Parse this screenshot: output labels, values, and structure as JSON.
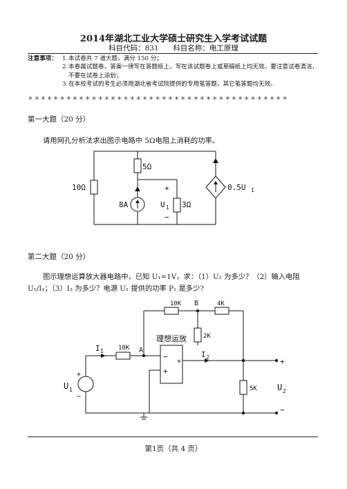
{
  "header": {
    "title": "2014年湖北工业大学硕士研究生入学考试试题",
    "subject_code_label": "科目代码：831",
    "subject_name_label": "科目名称：电工原理"
  },
  "notice": {
    "label": "注意事项：",
    "items": [
      {
        "num": "1.",
        "text": "本试卷共 7 道大题，满分 150 分；"
      },
      {
        "num": "2.",
        "text": "本卷属试题卷，答案一律写在答题纸上，写在该试题卷上或草稿纸上均无效。要注意试卷清洁，不要在试卷上涂划；"
      },
      {
        "num": "3.",
        "text": "在本校考试的考生必须用湖北省考试院提供的专用笔答题，其它笔答题均无效。"
      }
    ],
    "stars": "＊＊＊＊＊＊＊＊＊＊＊＊＊＊＊＊＊＊＊＊＊＊＊＊＊＊＊＊＊＊＊＊＊＊＊＊＊＊＊＊＊"
  },
  "q1": {
    "heading": "第一大题（20 分）",
    "text": "请用网孔分析法求出图示电路中 5Ω电阻上消耗的功率。",
    "circuit": {
      "r5": "5Ω",
      "r10": "10Ω",
      "i_src": "8A",
      "u1": "U",
      "u1_sub": "1",
      "r3": "3Ω",
      "plus": "+",
      "minus": "−",
      "dep_src": "0.5U",
      "dep_sub": "1"
    }
  },
  "q2": {
    "heading": "第二大题（20 分）",
    "text": "图示理想运算放大器电路中，已知 U₁=1V，求：（1）U₂ 为多少？（2）输入电阻 U₁/I₁；（3）I₂ 为多少？电源 U₁ 提供的功率 P₁ 是多少?",
    "circuit": {
      "r10k_top": "10K",
      "node_b": "B",
      "r4k": "4K",
      "opamp_label": "理想运放",
      "r2k": "2K",
      "i1": "I",
      "i1_sub": "1",
      "r10k_in": "10K",
      "node_a": "A",
      "i2": "I",
      "i2_sub": "2",
      "u1": "U",
      "u1_sub": "1",
      "r5k": "5K",
      "u2": "U",
      "u2_sub": "2",
      "minus": "−",
      "plus": "+",
      "out_plus": "+",
      "out_minus": "−",
      "src_plus": "+",
      "src_minus": "−"
    }
  },
  "footer": {
    "page": "第1页（共 4 页）"
  }
}
